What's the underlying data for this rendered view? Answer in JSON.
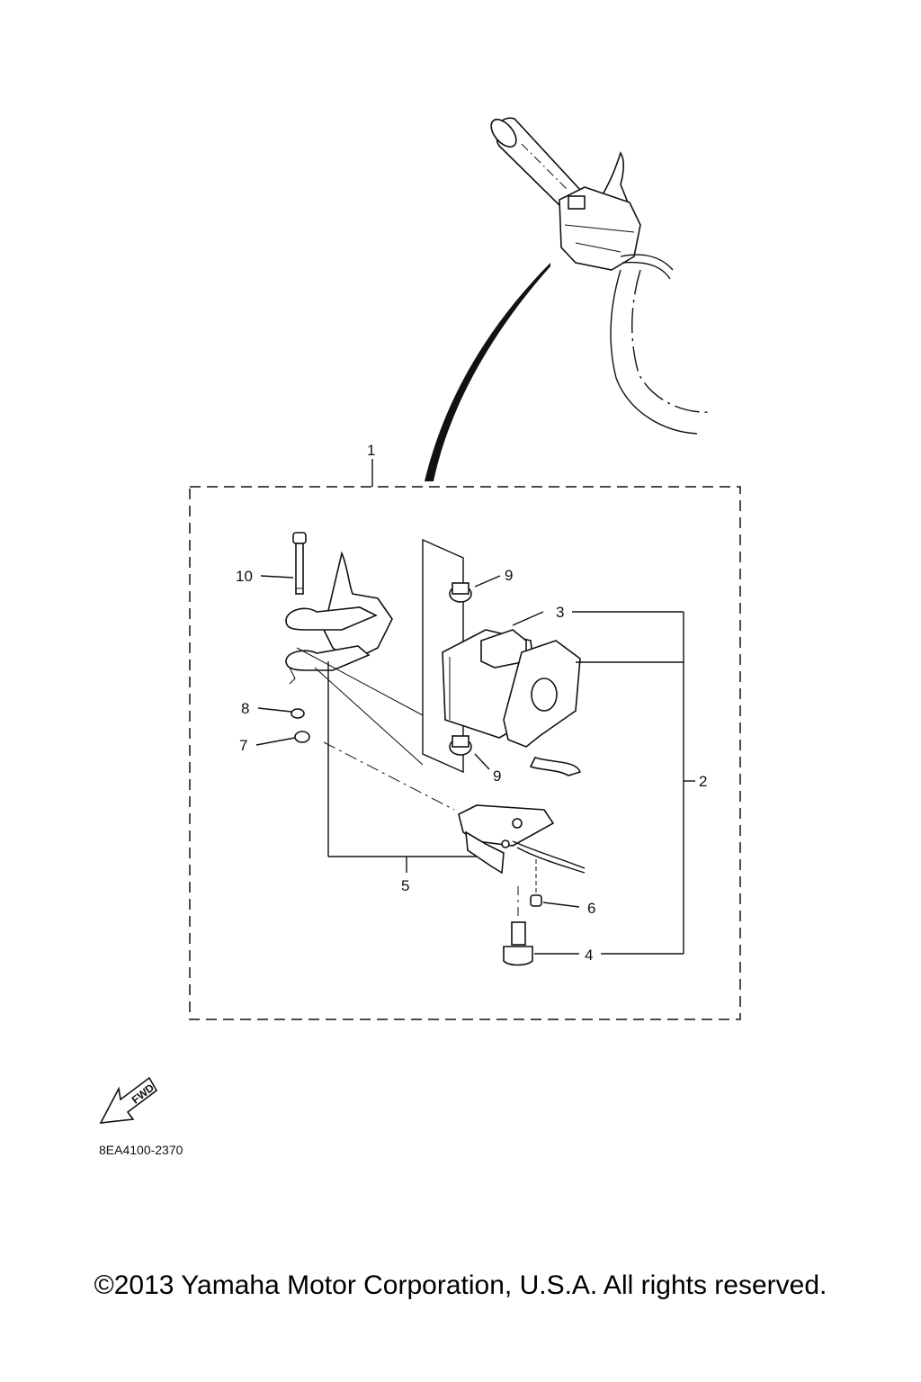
{
  "callouts": {
    "c1": "1",
    "c2": "2",
    "c3": "3",
    "c4": "4",
    "c5": "5",
    "c6": "6",
    "c7": "7",
    "c8": "8",
    "c9a": "9",
    "c9b": "9",
    "c10": "10"
  },
  "fwd_label": "FWD",
  "diagram_code": "8EA4100-2370",
  "copyright": "©2013 Yamaha Motor Corporation, U.S.A. All rights reserved."
}
